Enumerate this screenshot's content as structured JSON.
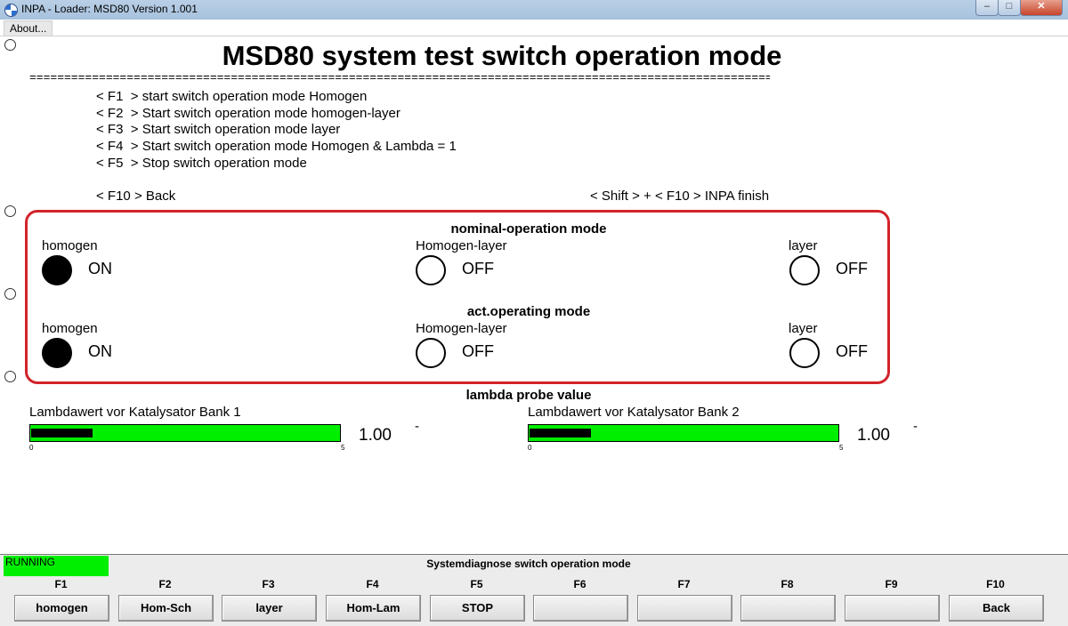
{
  "window": {
    "title": "INPA - Loader:  MSD80 Version 1.001",
    "min_glyph": "–",
    "max_glyph": "□",
    "close_glyph": "✕"
  },
  "menu": {
    "about": "About..."
  },
  "page": {
    "title": "MSD80 system test switch operation mode",
    "separator": "=============================================================================================================="
  },
  "instructions": [
    "< F1  > start switch operation mode Homogen",
    "< F2  > Start switch operation mode homogen-layer",
    "< F3  > Start switch operation mode layer",
    "< F4  > Start switch operation mode Homogen & Lambda = 1",
    "< F5  > Stop switch operation mode"
  ],
  "nav": {
    "back": "< F10 > Back",
    "finish": "< Shift > + < F10 > INPA finish"
  },
  "nominal": {
    "title": "nominal-operation mode",
    "items": [
      {
        "label": "homogen",
        "state": "ON",
        "on": true
      },
      {
        "label": "Homogen-layer",
        "state": "OFF",
        "on": false
      },
      {
        "label": "layer",
        "state": "OFF",
        "on": false
      }
    ]
  },
  "actual": {
    "title": "act.operating mode",
    "items": [
      {
        "label": "homogen",
        "state": "ON",
        "on": true
      },
      {
        "label": "Homogen-layer",
        "state": "OFF",
        "on": false
      },
      {
        "label": "layer",
        "state": "OFF",
        "on": false
      }
    ]
  },
  "lambda": {
    "title": "lambda probe value",
    "bars": [
      {
        "label": "Lambdawert vor Katalysator Bank 1",
        "value": "1.00",
        "unit": "-",
        "min": "0",
        "max": "5",
        "fraction": 0.2
      },
      {
        "label": "Lambdawert vor Katalysator Bank 2",
        "value": "1.00",
        "unit": "-",
        "min": "0",
        "max": "5",
        "fraction": 0.2
      }
    ]
  },
  "statusbar": {
    "status": "RUNNING",
    "title": "Systemdiagnose switch operation mode"
  },
  "fkeys": [
    {
      "key": "F1",
      "label": "homogen"
    },
    {
      "key": "F2",
      "label": "Hom-Sch"
    },
    {
      "key": "F3",
      "label": "layer"
    },
    {
      "key": "F4",
      "label": "Hom-Lam"
    },
    {
      "key": "F5",
      "label": "STOP"
    },
    {
      "key": "F6",
      "label": ""
    },
    {
      "key": "F7",
      "label": ""
    },
    {
      "key": "F8",
      "label": ""
    },
    {
      "key": "F9",
      "label": ""
    },
    {
      "key": "F10",
      "label": "Back"
    }
  ],
  "colors": {
    "highlight_border": "#d2232a",
    "bar_green": "#00ee00",
    "running_green": "#00ee00"
  }
}
